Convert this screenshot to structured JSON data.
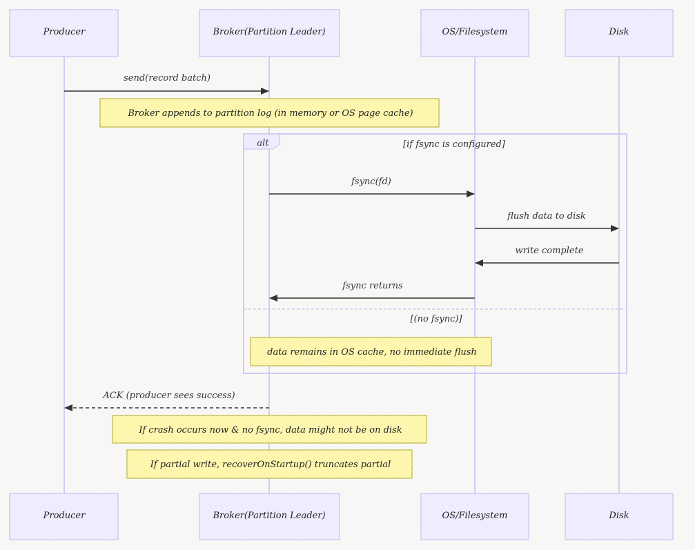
{
  "actors": [
    {
      "id": "producer",
      "label": "Producer"
    },
    {
      "id": "broker",
      "label": "Broker(Partition Leader)"
    },
    {
      "id": "os",
      "label": "OS/Filesystem"
    },
    {
      "id": "disk",
      "label": "Disk"
    }
  ],
  "messages": [
    {
      "id": "send",
      "label": "send(record batch)",
      "from": "producer",
      "to": "broker",
      "style": "solid"
    },
    {
      "id": "fsync",
      "label": "fsync(fd)",
      "from": "broker",
      "to": "os",
      "style": "solid"
    },
    {
      "id": "flush",
      "label": "flush data to disk",
      "from": "os",
      "to": "disk",
      "style": "solid"
    },
    {
      "id": "write_complete",
      "label": "write complete",
      "from": "disk",
      "to": "os",
      "style": "solid"
    },
    {
      "id": "fsync_returns",
      "label": "fsync returns",
      "from": "os",
      "to": "broker",
      "style": "solid"
    },
    {
      "id": "ack",
      "label": "ACK (producer sees success)",
      "from": "broker",
      "to": "producer",
      "style": "dashed"
    }
  ],
  "notes": [
    {
      "id": "note_append",
      "text": "Broker appends to partition log (in memory or OS page cache)"
    },
    {
      "id": "note_cache",
      "text": "data remains in OS cache, no immediate flush"
    },
    {
      "id": "note_crash",
      "text": "If crash occurs now & no fsync, data might not be on disk"
    },
    {
      "id": "note_partial",
      "text": "If partial write, recoverOnStartup() truncates partial"
    }
  ],
  "alt_frame": {
    "keyword": "alt",
    "condition_1": "[if fsync is configured]",
    "condition_2": "[(no fsync)]"
  },
  "colors": {
    "actor_fill": "#ececfe",
    "actor_stroke": "#c9c3f2",
    "lifeline": "#d4ccf5",
    "note_fill": "#fdf6a9",
    "note_stroke": "#b9b344",
    "frame_stroke": "#cdc6f4",
    "arrow": "#333333",
    "background": "#f9f7f5"
  }
}
